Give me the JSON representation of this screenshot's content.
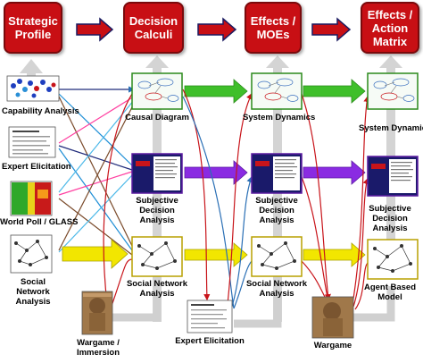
{
  "headers": {
    "strategic_profile": "Strategic Profile",
    "decision_calculi": "Decision Calculi",
    "effects_moes": "Effects / MOEs",
    "effects_action_matrix": "Effects / Action Matrix"
  },
  "inputs": {
    "capability_analysis": "Capability Analysis",
    "expert_elicitation": "Expert Elicitation",
    "world_poll": "World Poll / GLASS",
    "social_network_analysis": "Social Network Analysis"
  },
  "decision_calculi": {
    "causal_diagram": "Causal Diagram",
    "subjective_decision_analysis": "Subjective Decision Analysis",
    "social_network_analysis": "Social Network Analysis",
    "wargame_immersion": "Wargame / Immersion",
    "expert_elicitation": "Expert Elicitation"
  },
  "effects_moes": {
    "system_dynamics": "System Dynamics",
    "subjective_decision_analysis": "Subjective Decision Analysis",
    "social_network_analysis": "Social Network Analysis",
    "wargame": "Wargame"
  },
  "action_matrix": {
    "system_dynamics": "System Dynamics",
    "subjective_decision_analysis": "Subjective Decision Analysis",
    "agent_based_model": "Agent Based Model"
  },
  "colors": {
    "header_red": "#c80f14",
    "arrow_green": "#3fbf2a",
    "arrow_purple": "#8a2be2",
    "arrow_yellow": "#f2e600",
    "arrow_navy": "#1f2a7a"
  }
}
